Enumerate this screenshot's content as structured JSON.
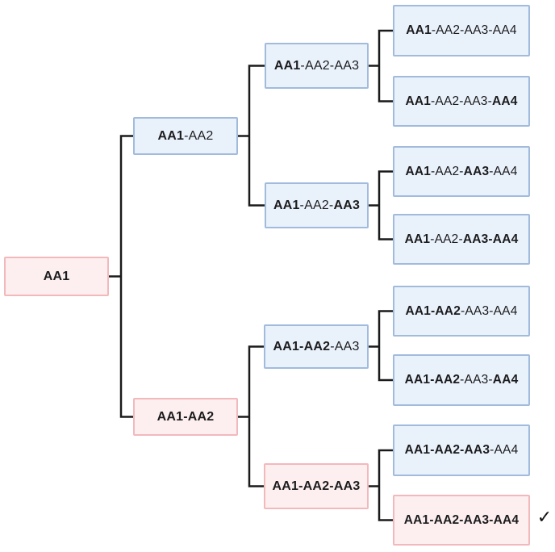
{
  "diagram": {
    "type": "binary-decision-tree",
    "checkmark": "✓",
    "colors": {
      "unselected_fill": "#e9f1fb",
      "unselected_border": "#a2bbdd",
      "selected_fill": "#fdefef",
      "selected_border": "#f2b9bc",
      "line": "#1a1a1a",
      "text": "#1c1c1e"
    },
    "nodes": [
      {
        "id": "root-aa1",
        "level": 1,
        "variant": "pink",
        "parts": [
          {
            "text": "AA1",
            "bold": true
          }
        ]
      },
      {
        "id": "aa1-aa2-upper",
        "level": 2,
        "variant": "blue",
        "parts": [
          {
            "text": "AA1",
            "bold": true
          },
          {
            "text": "-AA2",
            "bold": false
          }
        ]
      },
      {
        "id": "aa1-aa2-lower",
        "level": 2,
        "variant": "pink",
        "parts": [
          {
            "text": "AA1-AA2",
            "bold": true
          }
        ]
      },
      {
        "id": "aa1-aa2-aa3-1",
        "level": 3,
        "variant": "blue",
        "parts": [
          {
            "text": "AA1",
            "bold": true
          },
          {
            "text": "-AA2-AA3",
            "bold": false
          }
        ]
      },
      {
        "id": "aa1-aa2-aa3-2",
        "level": 3,
        "variant": "blue",
        "parts": [
          {
            "text": "AA1",
            "bold": true
          },
          {
            "text": "-AA2-",
            "bold": false
          },
          {
            "text": "AA3",
            "bold": true
          }
        ]
      },
      {
        "id": "aa1-aa2-aa3-3",
        "level": 3,
        "variant": "blue",
        "parts": [
          {
            "text": "AA1-AA2",
            "bold": true
          },
          {
            "text": "-AA3",
            "bold": false
          }
        ]
      },
      {
        "id": "aa1-aa2-aa3-4",
        "level": 3,
        "variant": "pink",
        "parts": [
          {
            "text": "AA1-AA2-AA3",
            "bold": true
          }
        ]
      },
      {
        "id": "leaf-1",
        "level": 4,
        "variant": "blue",
        "parts": [
          {
            "text": "AA1",
            "bold": true
          },
          {
            "text": "-AA2-AA3-AA4",
            "bold": false
          }
        ]
      },
      {
        "id": "leaf-2",
        "level": 4,
        "variant": "blue",
        "parts": [
          {
            "text": "AA1",
            "bold": true
          },
          {
            "text": "-AA2-AA3-",
            "bold": false
          },
          {
            "text": "AA4",
            "bold": true
          }
        ]
      },
      {
        "id": "leaf-3",
        "level": 4,
        "variant": "blue",
        "parts": [
          {
            "text": "AA1",
            "bold": true
          },
          {
            "text": "-AA2-",
            "bold": false
          },
          {
            "text": "AA3",
            "bold": true
          },
          {
            "text": "-AA4",
            "bold": false
          }
        ]
      },
      {
        "id": "leaf-4",
        "level": 4,
        "variant": "blue",
        "parts": [
          {
            "text": "AA1",
            "bold": true
          },
          {
            "text": "-AA2-",
            "bold": false
          },
          {
            "text": "AA3-AA4",
            "bold": true
          }
        ]
      },
      {
        "id": "leaf-5",
        "level": 4,
        "variant": "blue",
        "parts": [
          {
            "text": "AA1-AA2",
            "bold": true
          },
          {
            "text": "-AA3-AA4",
            "bold": false
          }
        ]
      },
      {
        "id": "leaf-6",
        "level": 4,
        "variant": "blue",
        "parts": [
          {
            "text": "AA1-AA2",
            "bold": true
          },
          {
            "text": "-AA3-",
            "bold": false
          },
          {
            "text": "AA4",
            "bold": true
          }
        ]
      },
      {
        "id": "leaf-7",
        "level": 4,
        "variant": "blue",
        "parts": [
          {
            "text": "AA1-AA2-AA3",
            "bold": true
          },
          {
            "text": "-AA4",
            "bold": false
          }
        ]
      },
      {
        "id": "leaf-8",
        "level": 4,
        "variant": "pink",
        "checked": true,
        "parts": [
          {
            "text": "AA1-AA2-AA3-AA4",
            "bold": true
          }
        ]
      }
    ]
  }
}
